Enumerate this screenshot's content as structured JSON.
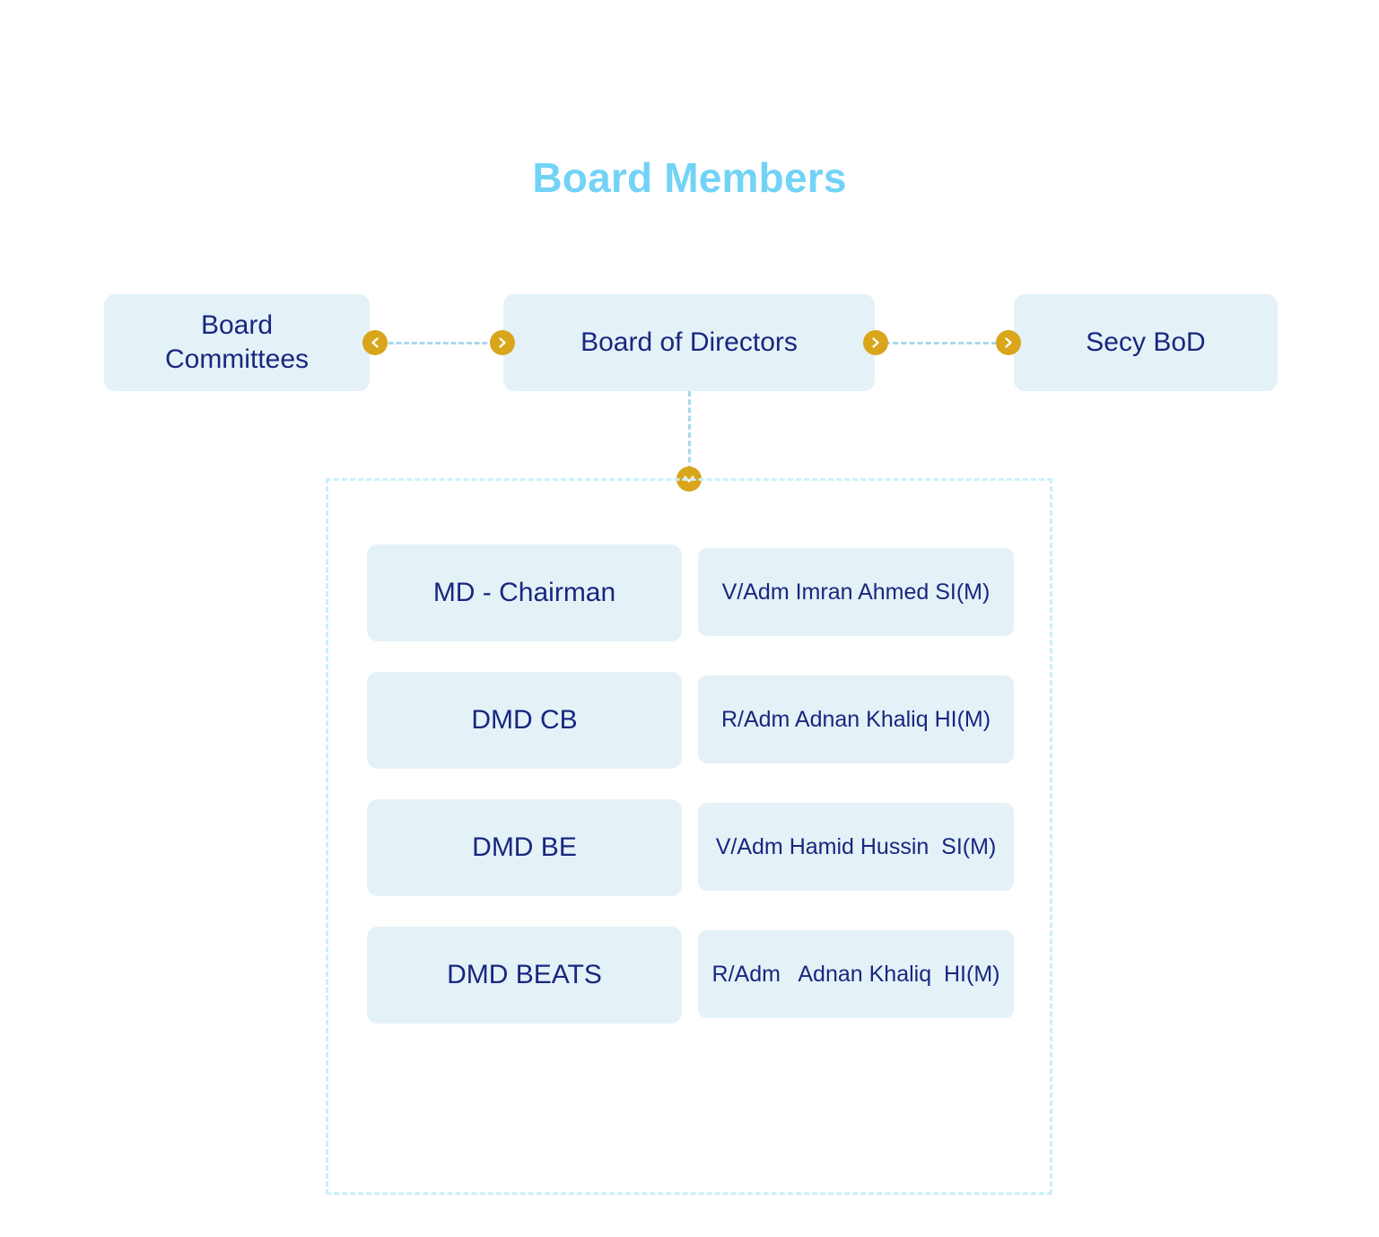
{
  "title": "Board Members",
  "colors": {
    "title": "#72d3f7",
    "box_bg": "#e4f2f8",
    "box_text": "#18277f",
    "connector_node": "#d9a51a",
    "dash_line": "#a8d9ea",
    "container_border": "#c9f0fb"
  },
  "top_row": {
    "left": {
      "label": "Board\nCommittees"
    },
    "center": {
      "label": "Board of Directors"
    },
    "right": {
      "label": "Secy BoD"
    }
  },
  "connectors": {
    "left_start_icon": "chevron-left-icon",
    "left_end_icon": "chevron-right-icon",
    "right_start_icon": "chevron-right-icon",
    "right_end_icon": "chevron-right-icon",
    "down_icon": "chevron-down-icon"
  },
  "members": [
    {
      "role": "MD - Chairman",
      "name": "V/Adm Imran Ahmed SI(M)"
    },
    {
      "role": "DMD CB",
      "name": "R/Adm Adnan Khaliq HI(M)"
    },
    {
      "role": "DMD BE",
      "name": "V/Adm Hamid Hussin  SI(M)"
    },
    {
      "role": "DMD BEATS",
      "name": "R/Adm   Adnan Khaliq  HI(M)"
    }
  ]
}
